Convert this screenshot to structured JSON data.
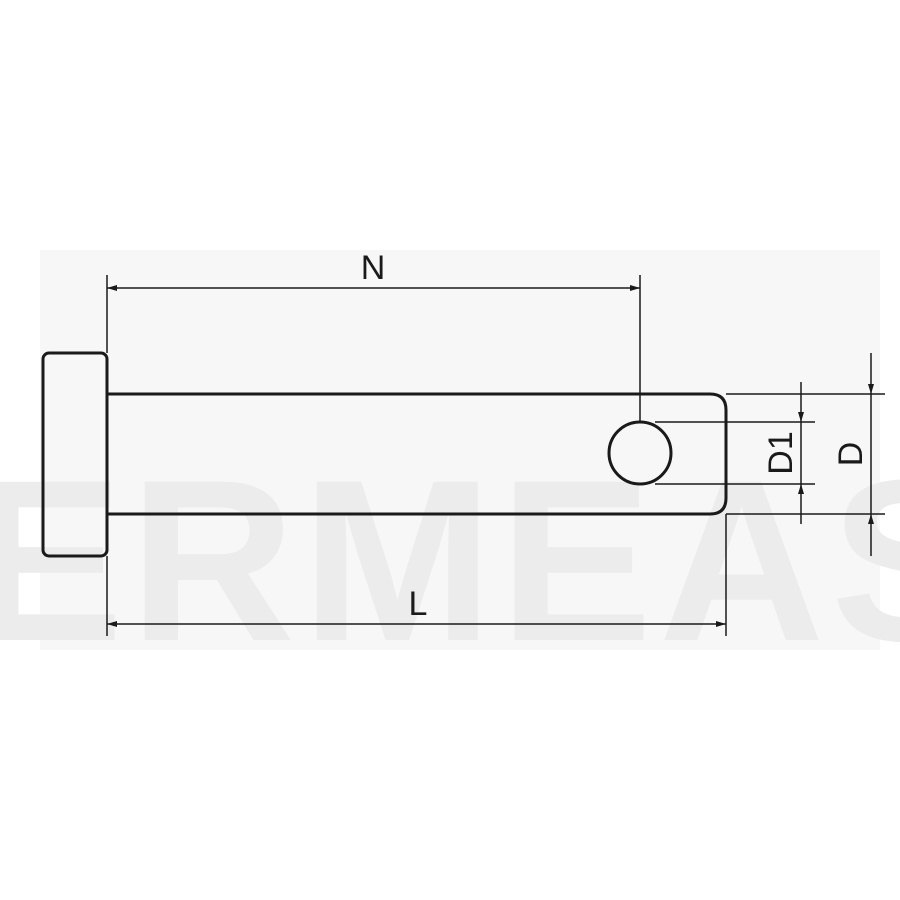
{
  "drawing": {
    "labels": {
      "N": "N",
      "L": "L",
      "D1": "D1",
      "D": "D"
    },
    "watermark": "ERMEAS",
    "colors": {
      "line": "#1a1a1a",
      "background": "#ffffff",
      "watermark": "#ececec"
    }
  }
}
